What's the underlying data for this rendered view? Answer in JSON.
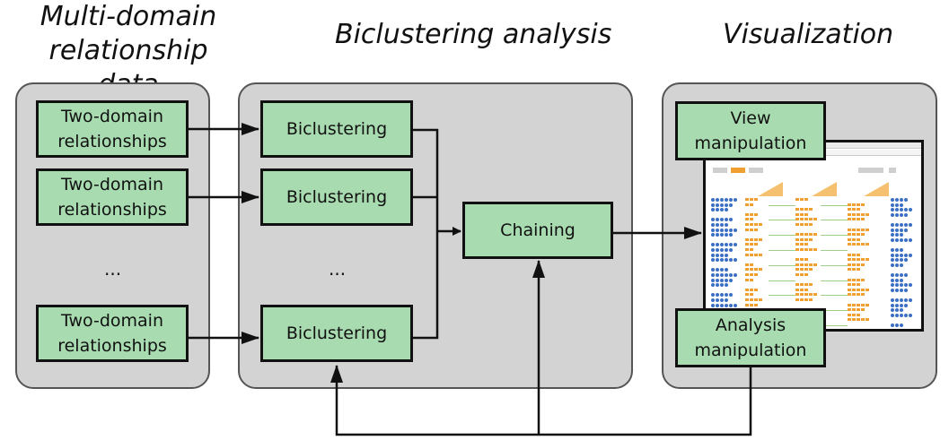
{
  "columns": {
    "data_title": "Multi-domain\nrelationship data",
    "analysis_title": "Biclustering analysis",
    "viz_title": "Visualization"
  },
  "data_panel": {
    "boxes": [
      "Two-domain\nrelationships",
      "Two-domain\nrelationships",
      "Two-domain\nrelationships"
    ],
    "ellipsis": "..."
  },
  "analysis_panel": {
    "boxes": [
      "Biclustering",
      "Biclustering",
      "Biclustering"
    ],
    "ellipsis": "...",
    "chaining": "Chaining"
  },
  "viz_panel": {
    "view_box": "View\nmanipulation",
    "analysis_box": "Analysis\nmanipulation"
  },
  "colors": {
    "panel_fill": "#d3d3d3",
    "box_fill": "#a8dcb0",
    "line": "#111111"
  }
}
